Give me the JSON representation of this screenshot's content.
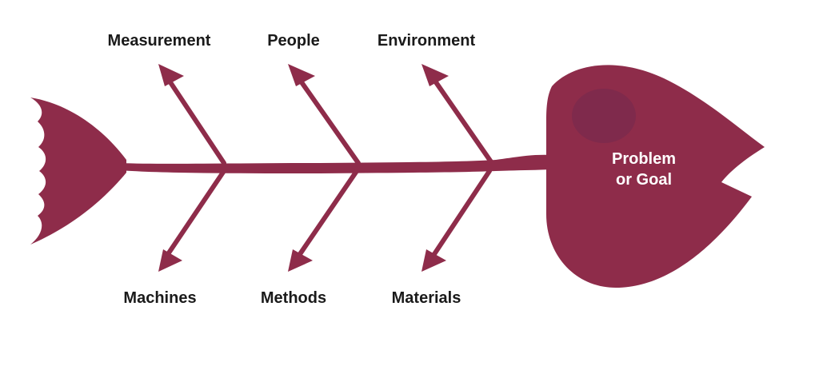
{
  "colors": {
    "fish": "#8e2c4a",
    "head_spot": "#7c2a4c",
    "label_text": "#1a1a1a",
    "head_text": "#ffffff"
  },
  "categories": {
    "top": [
      "Measurement",
      "People",
      "Environment"
    ],
    "bottom": [
      "Machines",
      "Methods",
      "Materials"
    ]
  },
  "head": {
    "line1": "Problem",
    "line2": "or Goal"
  }
}
